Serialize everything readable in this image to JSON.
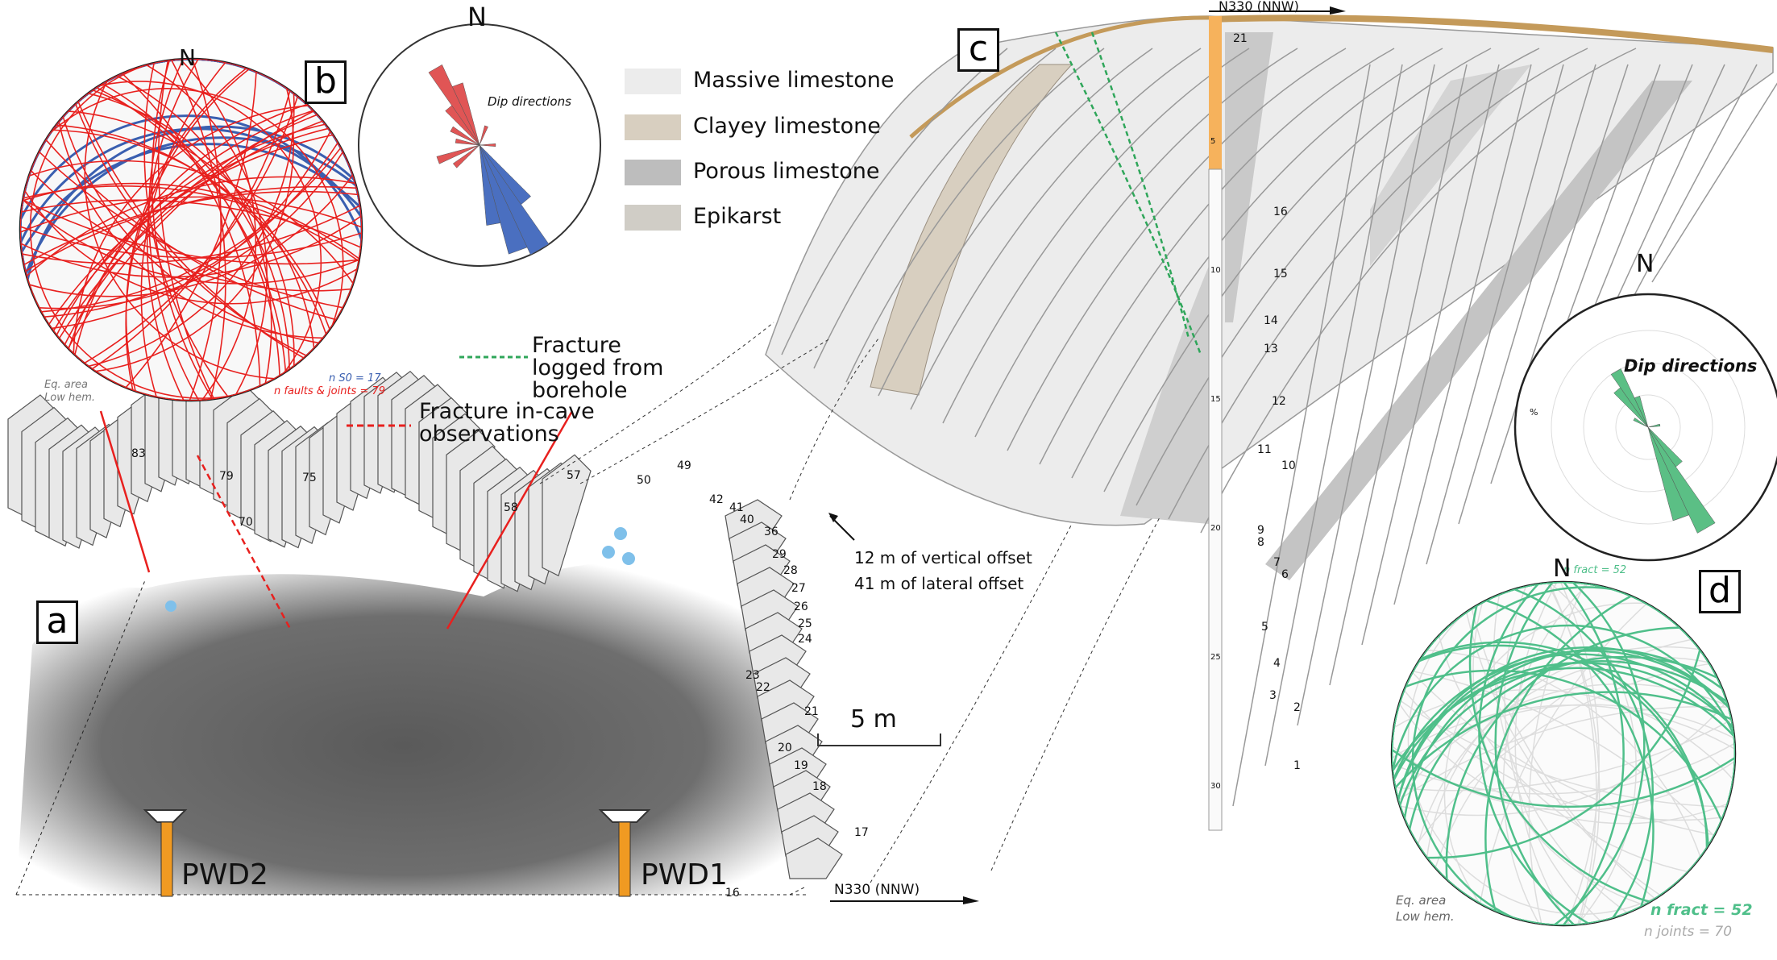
{
  "panels": {
    "a": "a",
    "b": "b",
    "c": "c",
    "d": "d"
  },
  "legend": {
    "items": [
      {
        "label": "Massive limestone",
        "color": "#ececec"
      },
      {
        "label": "Clayey limestone",
        "color": "#d8cfc0"
      },
      {
        "label": "Porous limestone",
        "color": "#bdbdbd"
      },
      {
        "label": "Epikarst",
        "color": "#d0cdc6"
      }
    ],
    "fracture_borehole": "Fracture logged from borehole",
    "fracture_cave": "Fracture in-cave observations",
    "borehole_color": "#2fa65a",
    "cave_color": "#e8201e"
  },
  "panel_b": {
    "north": "N",
    "rose_north": "N",
    "rose_title": "Dip directions",
    "projection": [
      "Eq. area",
      "Low hem."
    ],
    "n_s0": "n S0 = 17",
    "n_faults": "n faults & joints = 79",
    "s0_color": "#3a5fb0",
    "fault_color": "#e8201e"
  },
  "panel_a": {
    "wells": [
      "PWD2",
      "PWD1"
    ],
    "scale": "5 m",
    "offset_vertical": "12 m of vertical offset",
    "offset_lateral": "41 m of lateral offset",
    "orientation": "N330 (NNW)",
    "bed_numbers": [
      "83",
      "79",
      "70",
      "75",
      "58",
      "57",
      "50",
      "49",
      "42",
      "41",
      "40",
      "36",
      "29",
      "28",
      "27",
      "26",
      "25",
      "24",
      "23",
      "22",
      "21",
      "20",
      "19",
      "18",
      "17",
      "16"
    ]
  },
  "panel_c": {
    "orientation": "N330 (NNW)",
    "depth_ticks": [
      "5",
      "10",
      "15",
      "20",
      "25",
      "30"
    ],
    "bed_numbers": [
      "21",
      "16",
      "15",
      "14",
      "13",
      "12",
      "11",
      "10",
      "9",
      "8",
      "7",
      "6",
      "5",
      "4",
      "3",
      "2",
      "1"
    ]
  },
  "panel_d": {
    "rose_north": "N",
    "rose_title": "Dip directions",
    "rose_tick": "%",
    "rose_n": "n fract = 52",
    "north": "N",
    "projection": [
      "Eq. area",
      "Low hem."
    ],
    "n_fract": "n fract = 52",
    "n_joints": "n joints = 70",
    "color": "#4fbf8a"
  }
}
